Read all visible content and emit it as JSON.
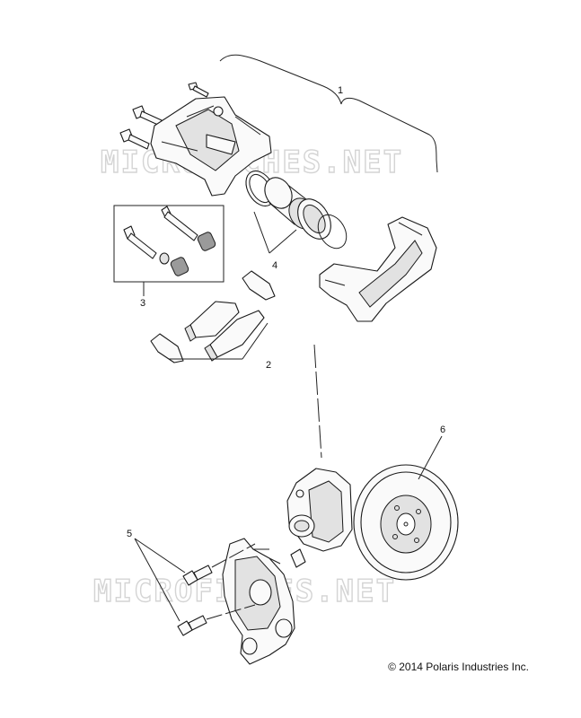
{
  "watermark": "MICROFICHES.NET",
  "callouts": {
    "c1": "1",
    "c2": "2",
    "c3": "3",
    "c4": "4",
    "c5": "5",
    "c6": "6"
  },
  "copyright": "© 2014 Polaris Industries Inc."
}
